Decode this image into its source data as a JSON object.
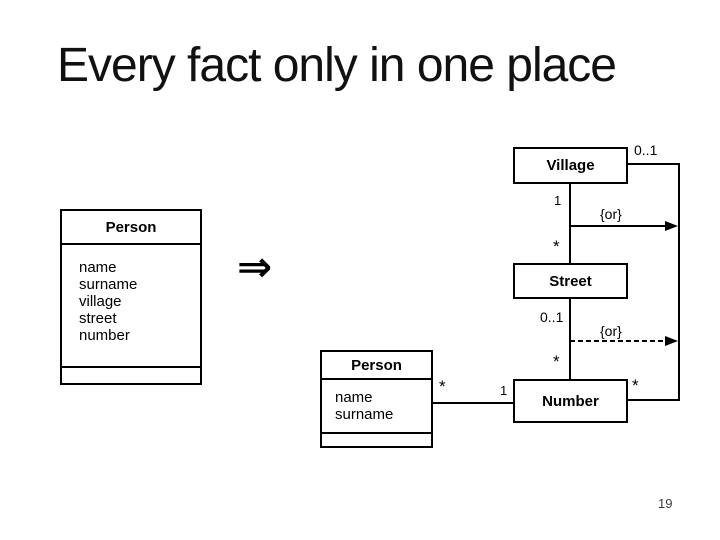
{
  "slide": {
    "title": "Every fact only in one place",
    "page_number": "19",
    "background_color": "#ffffff",
    "line_color": "#000000"
  },
  "before_model": {
    "class_name": "Person",
    "attributes": [
      "name",
      "surname",
      "village",
      "street",
      "number"
    ]
  },
  "transform": {
    "arrow": "⇒"
  },
  "after_model": {
    "village_class": "Village",
    "street_class": "Street",
    "number_class": "Number",
    "person_class": "Person",
    "person_attributes": [
      "name",
      "surname"
    ],
    "multiplicities": {
      "village_number_village_end": "0..1",
      "village_street_village_end": "1",
      "village_street_street_end": "*",
      "street_number_street_end": "0..1",
      "street_number_number_end": "*",
      "person_number_person_end": "*",
      "person_number_number_end": "1",
      "village_number_number_end": "*"
    },
    "constraints": {
      "or_top": "{or}",
      "or_bottom": "{or}"
    }
  }
}
